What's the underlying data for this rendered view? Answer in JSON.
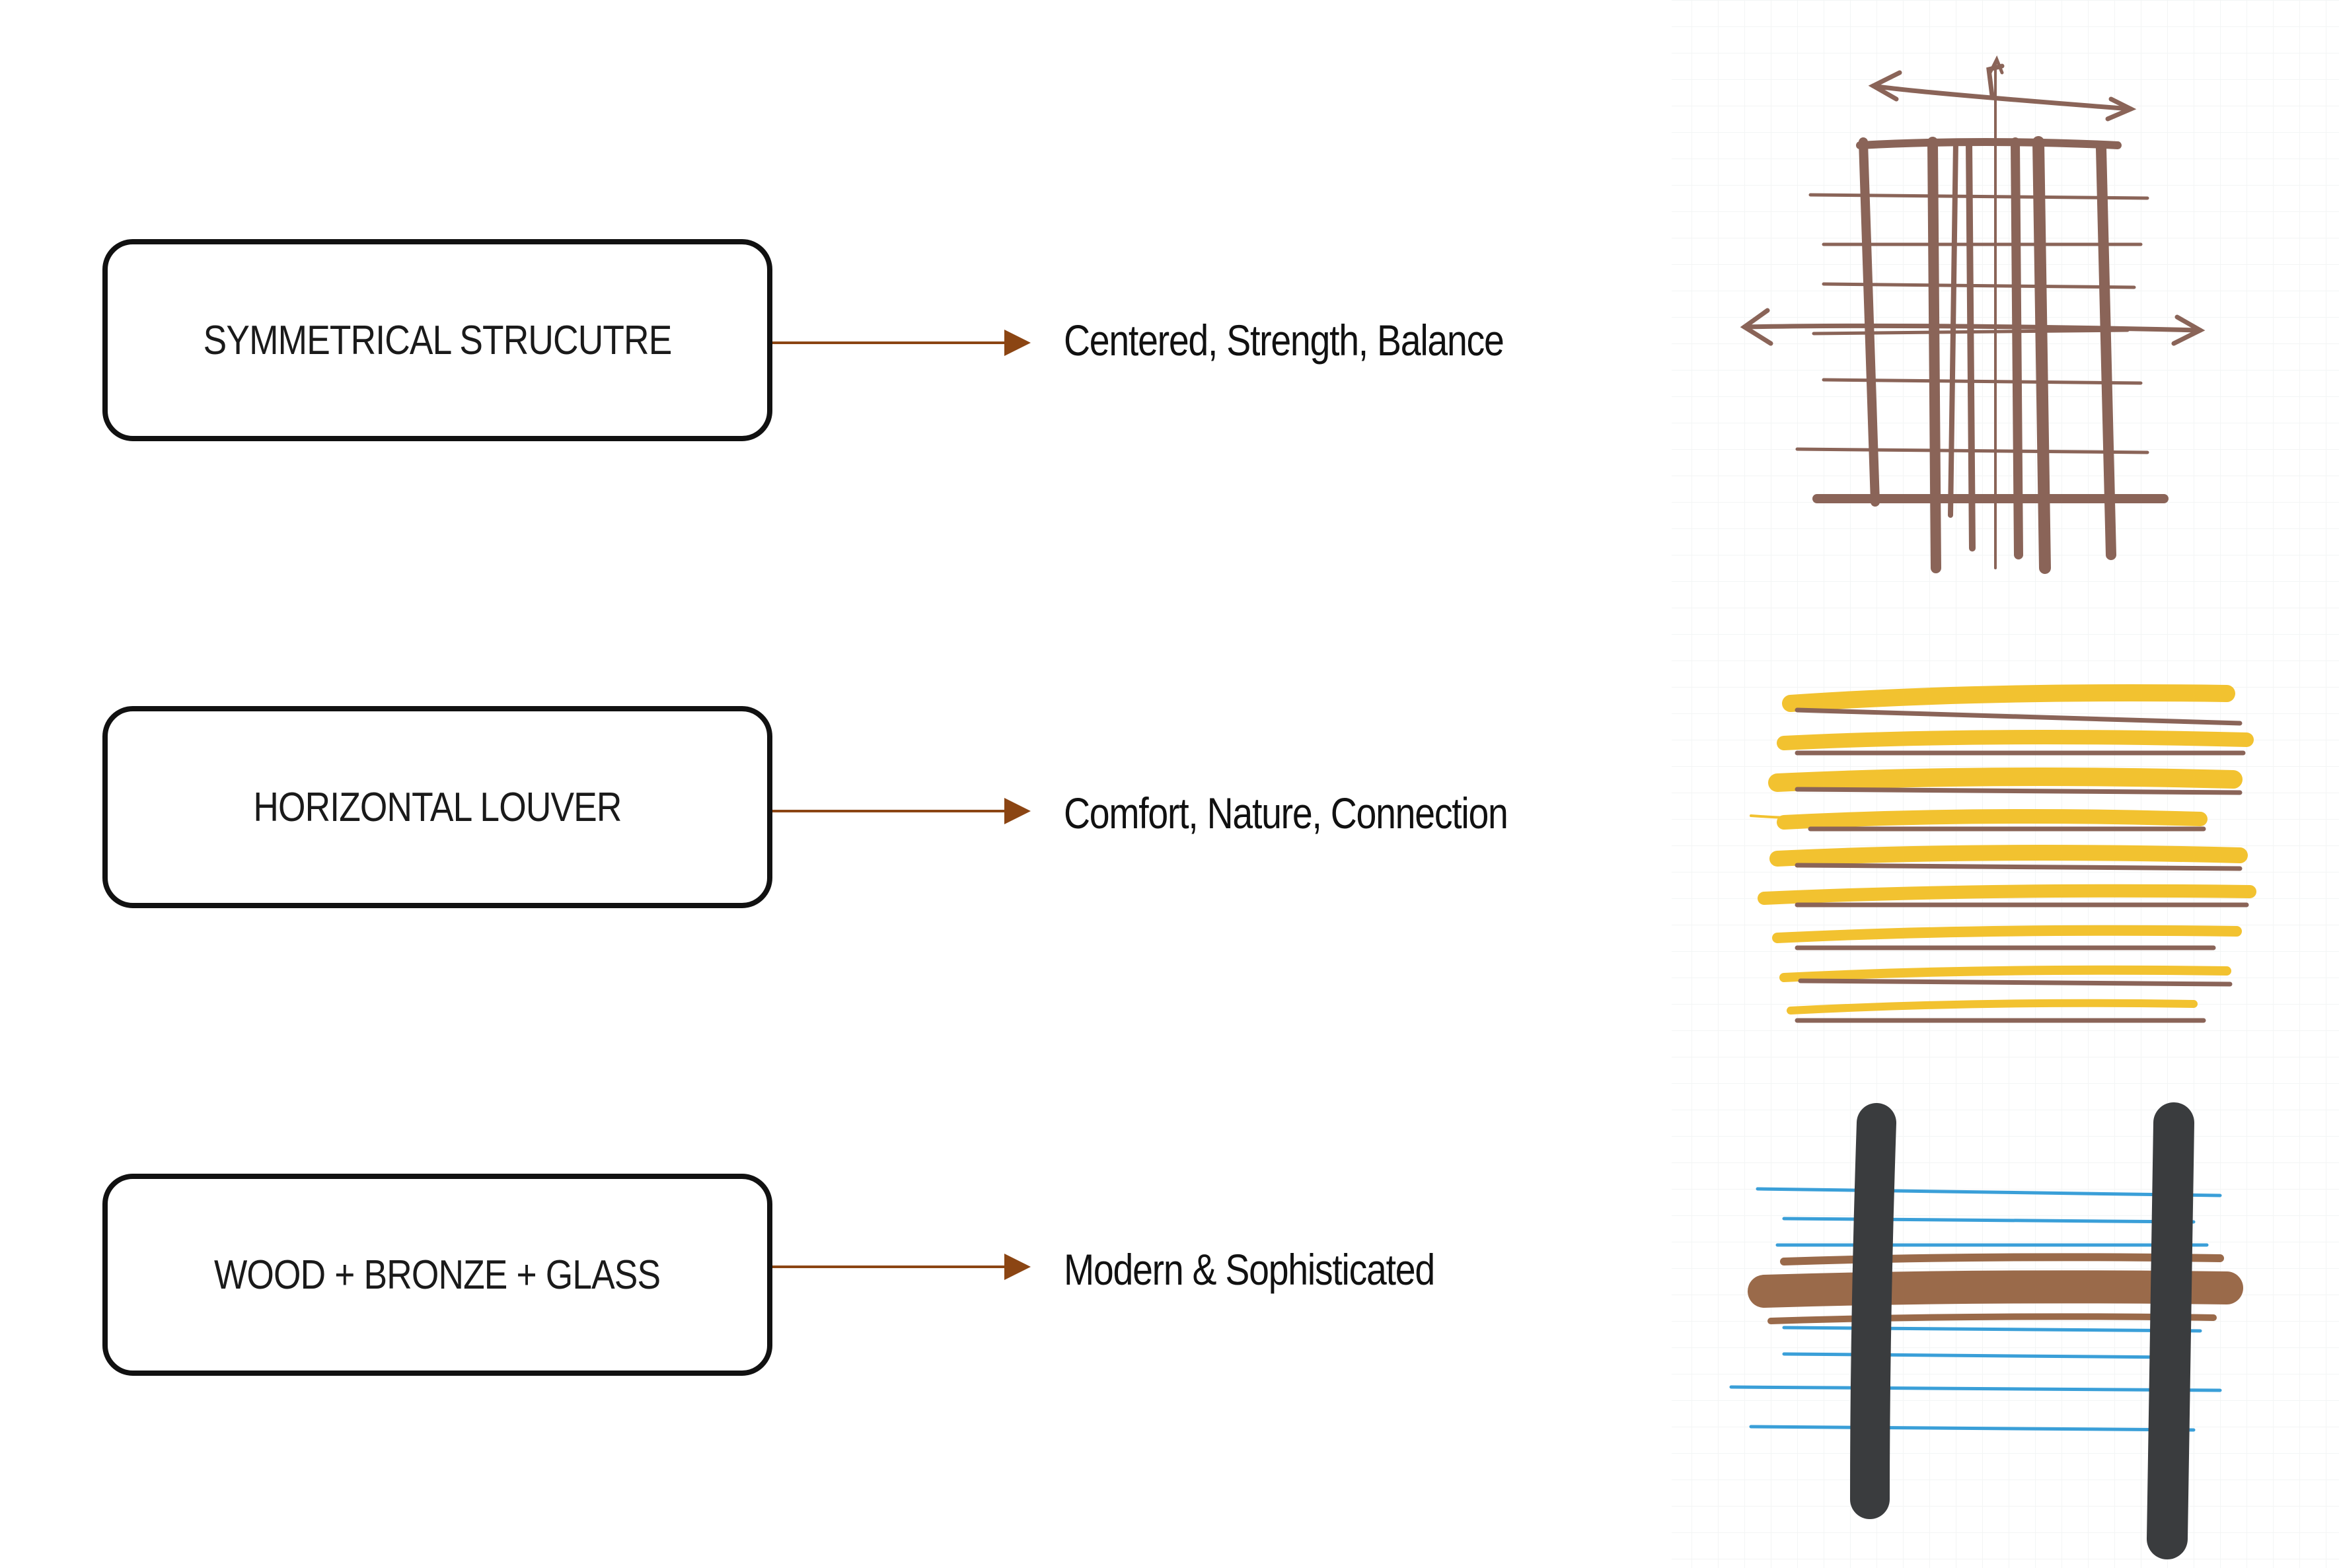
{
  "rows": [
    {
      "concept": "SYMMETRICAL STRUCUTRE",
      "meaning": "Centered, Strength, Balance"
    },
    {
      "concept": "HORIZONTAL LOUVER",
      "meaning": "Comfort, Nature, Connection"
    },
    {
      "concept": "WOOD + BRONZE + GLASS",
      "meaning": "Modern & Sophisticated"
    }
  ],
  "colors": {
    "box_border": "#111111",
    "arrow": "#8b4513",
    "marker_brown": "#8a6458",
    "marker_yellow": "#f2c230",
    "marker_dark_brown": "#9a6a4a",
    "marker_blue": "#3a9fd8",
    "marker_charcoal": "#3a3c3e"
  }
}
